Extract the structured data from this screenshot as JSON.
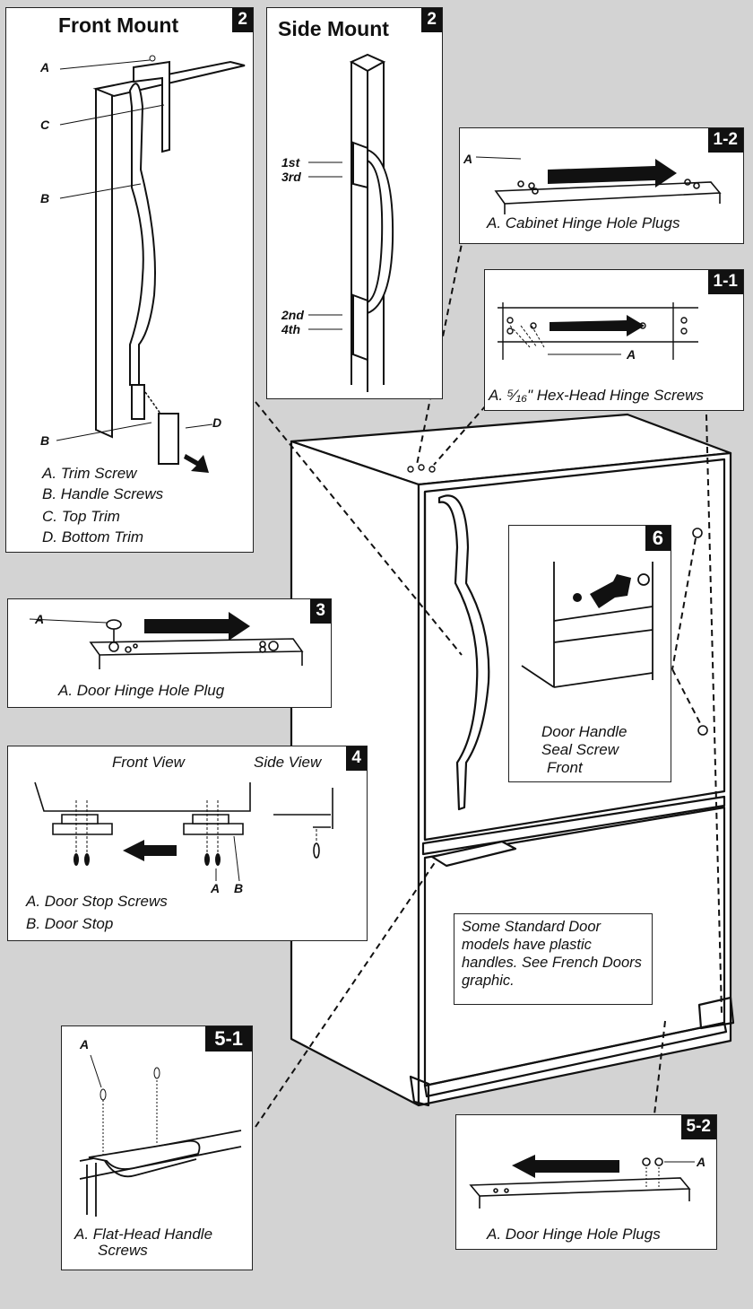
{
  "front_mount": {
    "title": "Front Mount",
    "badge": "2",
    "labels": {
      "a": "A",
      "b1": "B",
      "b2": "B",
      "c": "C",
      "d": "D"
    },
    "legend": [
      "A. Trim Screw",
      "B. Handle Screws",
      "C. Top Trim",
      "D. Bottom Trim"
    ]
  },
  "side_mount": {
    "title": "Side Mount",
    "badge": "2",
    "labels": {
      "first": "1st",
      "third": "3rd",
      "second": "2nd",
      "fourth": "4th"
    }
  },
  "step_1_2": {
    "badge": "1-2",
    "label_a": "A",
    "caption": "A. Cabinet Hinge Hole Plugs"
  },
  "step_1_1": {
    "badge": "1-1",
    "label_a": "A",
    "caption": "A. ⁵⁄₁₆\" Hex-Head Hinge Screws"
  },
  "step_3": {
    "badge": "3",
    "label_a": "A",
    "caption": "A. Door Hinge Hole Plug"
  },
  "step_4": {
    "badge": "4",
    "front_view": "Front View",
    "side_view": "Side View",
    "label_a": "A",
    "label_b": "B",
    "legend": [
      "A. Door Stop Screws",
      "B. Door Stop"
    ]
  },
  "step_5_1": {
    "badge": "5-1",
    "label_a": "A",
    "caption_line1": "A. Flat-Head Handle",
    "caption_line2": "Screws"
  },
  "step_5_2": {
    "badge": "5-2",
    "label_a": "A",
    "caption": "A. Door Hinge Hole Plugs"
  },
  "step_6": {
    "badge": "6",
    "caption_lines": [
      "Door Handle",
      "Seal Screw",
      "Front"
    ]
  },
  "fridge_note": "Some Standard Door models have plastic handles. See French Doors graphic.",
  "colors": {
    "background": "#d3d3d3",
    "panel": "#ffffff",
    "badge": "#111111",
    "line": "#222222"
  }
}
